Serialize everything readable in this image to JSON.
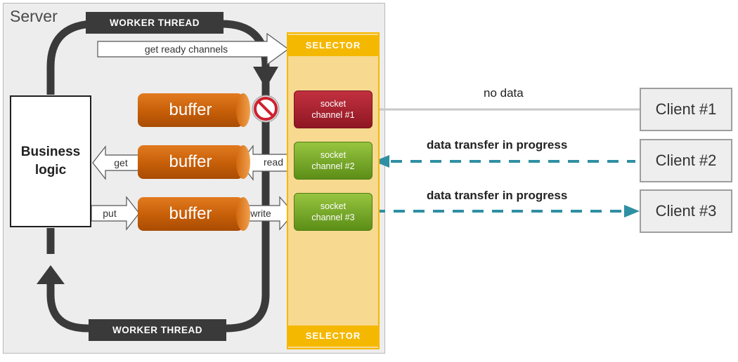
{
  "server": {
    "title": "Server"
  },
  "worker_thread": {
    "top_label": "WORKER THREAD",
    "bottom_label": "WORKER THREAD"
  },
  "selector": {
    "top_label": "SELECTOR",
    "bottom_label": "SELECTOR"
  },
  "arrows": {
    "get_ready": "get ready channels",
    "get": "get",
    "put": "put",
    "read": "read",
    "write": "write"
  },
  "business_logic": {
    "label": "Business\nlogic"
  },
  "buffers": [
    "buffer",
    "buffer",
    "buffer"
  ],
  "sockets": [
    {
      "line1": "socket",
      "line2": "channel #1",
      "color": "#a8202f"
    },
    {
      "line1": "socket",
      "line2": "channel #2",
      "color": "#7bab2c"
    },
    {
      "line1": "socket",
      "line2": "channel #3",
      "color": "#7bab2c"
    }
  ],
  "connections": {
    "no_data": "no data",
    "transfer_2": "data transfer in progress",
    "transfer_3": "data transfer in progress"
  },
  "clients": [
    "Client #1",
    "Client #2",
    "Client #3"
  ],
  "colors": {
    "dashed_link": "#2f8fa3",
    "worker_thread": "#3a3a3a",
    "selector": "#f5b800"
  }
}
